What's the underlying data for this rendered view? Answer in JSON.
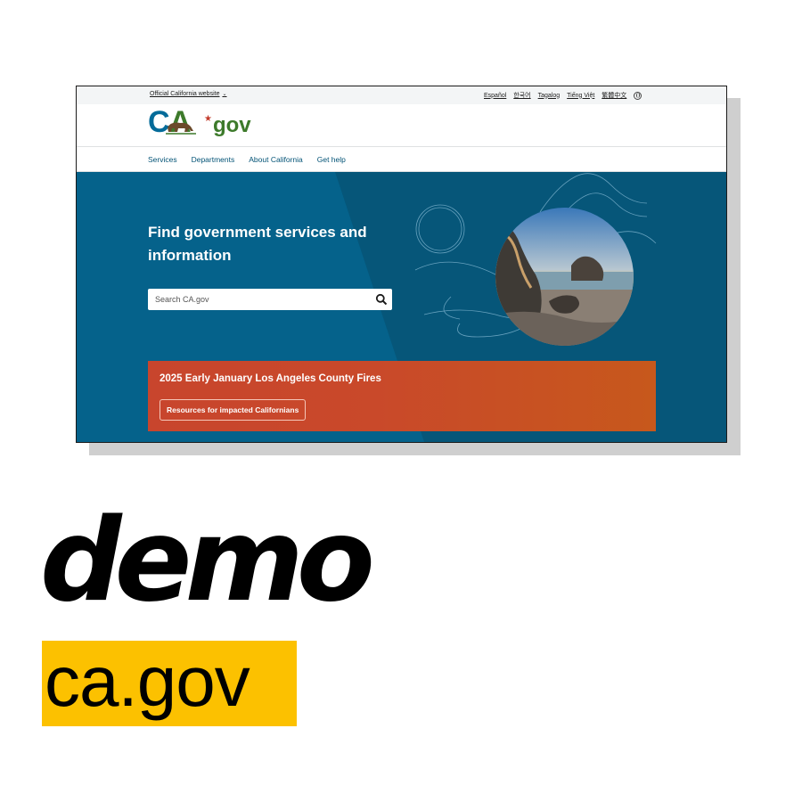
{
  "utility": {
    "official_label": "Official California website",
    "languages": [
      "Español",
      "한국어",
      "Tagalog",
      "Tiếng Việt",
      "繁體中文"
    ]
  },
  "logo": {
    "ca": "CA",
    "gov": "gov"
  },
  "nav": [
    "Services",
    "Departments",
    "About California",
    "Get help"
  ],
  "hero": {
    "title": "Find government services and information",
    "search_placeholder": "Search CA.gov"
  },
  "alert": {
    "title": "2025 Early January Los Angeles County Fires",
    "button": "Resources for impacted Californians"
  },
  "caption": {
    "demo": "demo",
    "domain": "ca.gov"
  },
  "colors": {
    "hero": "#045f86",
    "alert": "#c8452d",
    "badge": "#fcc100",
    "link": "#035376"
  }
}
